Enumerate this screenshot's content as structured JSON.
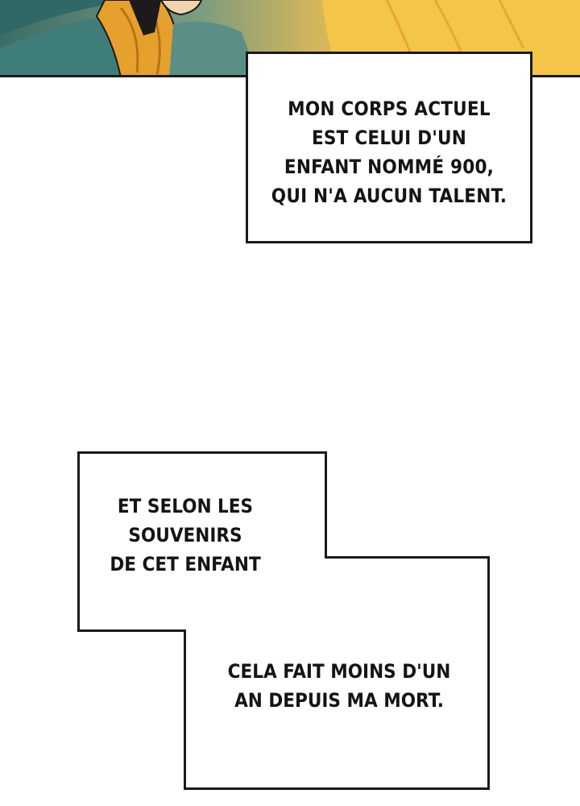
{
  "panel_art": {
    "colors": {
      "teal_robe": "#3f7d78",
      "orange_scarf": "#e5a02e",
      "gold_light": "#f3c548",
      "hair": "#1c1a1a",
      "outline": "#1a1a1a"
    }
  },
  "caption_top": {
    "lines": [
      "MON CORPS ACTUEL",
      "EST CELUI D'UN",
      "ENFANT NOMMÉ 900,",
      "QUI N'A AUCUN TALENT."
    ]
  },
  "caption_merged": {
    "part_a": [
      "ET SELON LES",
      "SOUVENIRS",
      "DE CET ENFANT"
    ],
    "part_b": [
      "CELA FAIT MOINS D'UN",
      "AN DEPUIS MA MORT."
    ]
  }
}
